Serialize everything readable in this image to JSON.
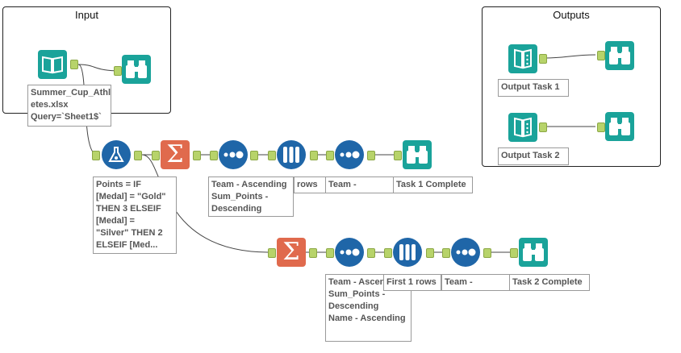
{
  "containers": {
    "input_title": "Input",
    "outputs_title": "Outputs"
  },
  "labels": {
    "input_file": "Summer_Cup_Athl\netes.xlsx\nQuery=`Sheet1$`",
    "formula": "Points = IF\n[Medal] = \"Gold\"\nTHEN 3 ELSEIF\n[Medal] =\n\"Silver\" THEN 2\nELSEIF [Med...",
    "sort1": "Team - Ascending\nSum_Points -\nDescending",
    "sample1": "rows",
    "sort1b": "Team - Ascending",
    "browse1": "Task 1 Complete",
    "sort2": "Team - Ascending\nSum_Points -\nDescending\nName - Ascending",
    "sample2": "First 1 rows",
    "sort2b": "Team - Ascending",
    "browse2": "Task 2 Complete",
    "output1": "Output Task 1",
    "output2": "Output Task 2"
  },
  "colors": {
    "teal": "#1aa39a",
    "blue": "#1f66a8",
    "orange": "#e06a4d",
    "anchor": "#b7d36a"
  },
  "icons": {
    "input": "book-icon",
    "browse": "binoculars-icon",
    "formula": "flask-icon",
    "summarize": "sigma-icon",
    "sort": "dots-icon",
    "sample": "test-tubes-icon",
    "output": "output-book-icon"
  }
}
